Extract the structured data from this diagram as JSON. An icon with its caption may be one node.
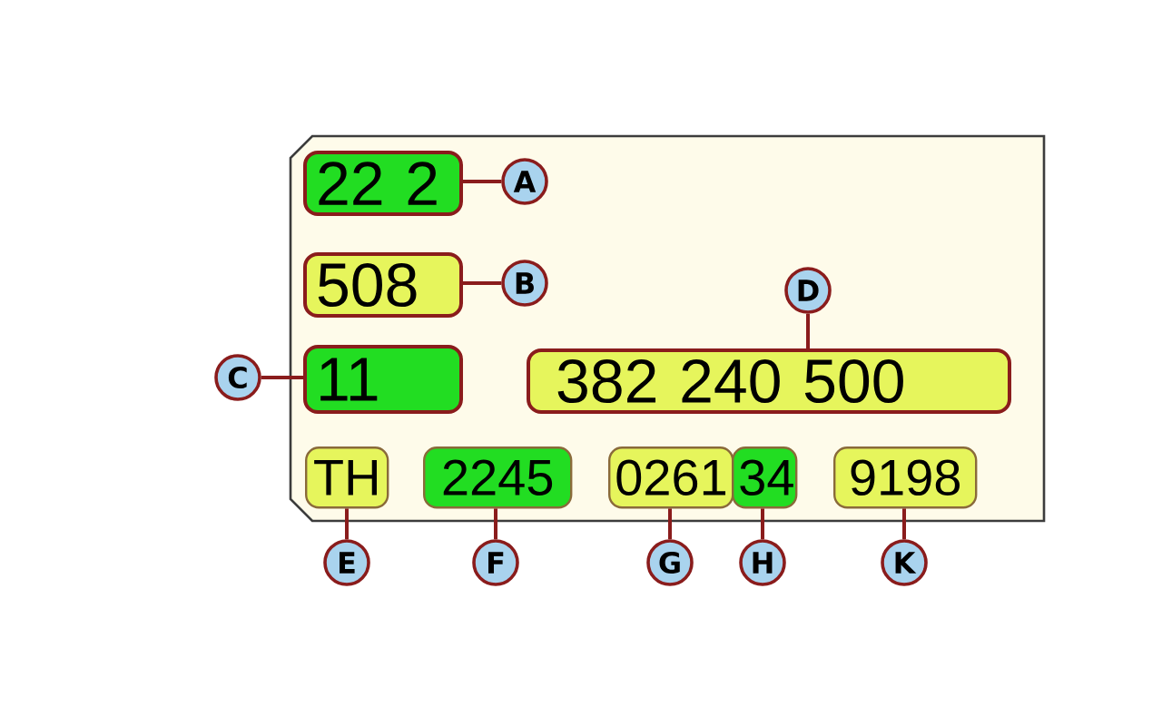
{
  "diagram": {
    "nodes": [
      {
        "text": [],
        "shape": "box"
      },
      {
        "text": [
          "22 2"
        ],
        "in": 0
      },
      {
        "text": [
          "A"
        ],
        "in": 0
      },
      {
        "text": [
          "508"
        ],
        "in": 0
      },
      {
        "text": [
          "B"
        ],
        "in": 0
      },
      {
        "text": [
          "D"
        ],
        "in": 0
      },
      {
        "text": [
          "C"
        ]
      },
      {
        "text": [
          "11"
        ],
        "in": 0
      },
      {
        "text": [
          "382 240 500"
        ],
        "in": 0
      },
      {
        "text": [
          "TH"
        ],
        "in": 0
      },
      {
        "text": [
          "2245"
        ],
        "in": 0
      },
      {
        "text": [
          "0261"
        ],
        "in": 0
      },
      {
        "text": [
          "34"
        ],
        "in": 0
      },
      {
        "text": [
          "9198"
        ],
        "in": 0
      },
      {
        "text": [
          "E"
        ]
      },
      {
        "text": [
          "F"
        ]
      },
      {
        "text": [
          "G"
        ]
      },
      {
        "text": [
          "H"
        ]
      },
      {
        "text": [
          "K"
        ]
      }
    ],
    "edges": [
      {
        "from": 2,
        "to": 1,
        "arrow": "none"
      },
      {
        "from": 4,
        "to": 3,
        "arrow": "none"
      },
      {
        "from": 5,
        "to": 8,
        "arrow": "none"
      },
      {
        "from": 6,
        "to": 7,
        "arrow": "none"
      },
      {
        "from": 14,
        "to": 9,
        "arrow": "none"
      },
      {
        "from": 15,
        "to": 10,
        "arrow": "none"
      },
      {
        "from": 16,
        "to": 11,
        "arrow": "none"
      },
      {
        "from": 17,
        "to": 12,
        "arrow": "none"
      },
      {
        "from": 18,
        "to": 13,
        "arrow": "none"
      }
    ]
  }
}
